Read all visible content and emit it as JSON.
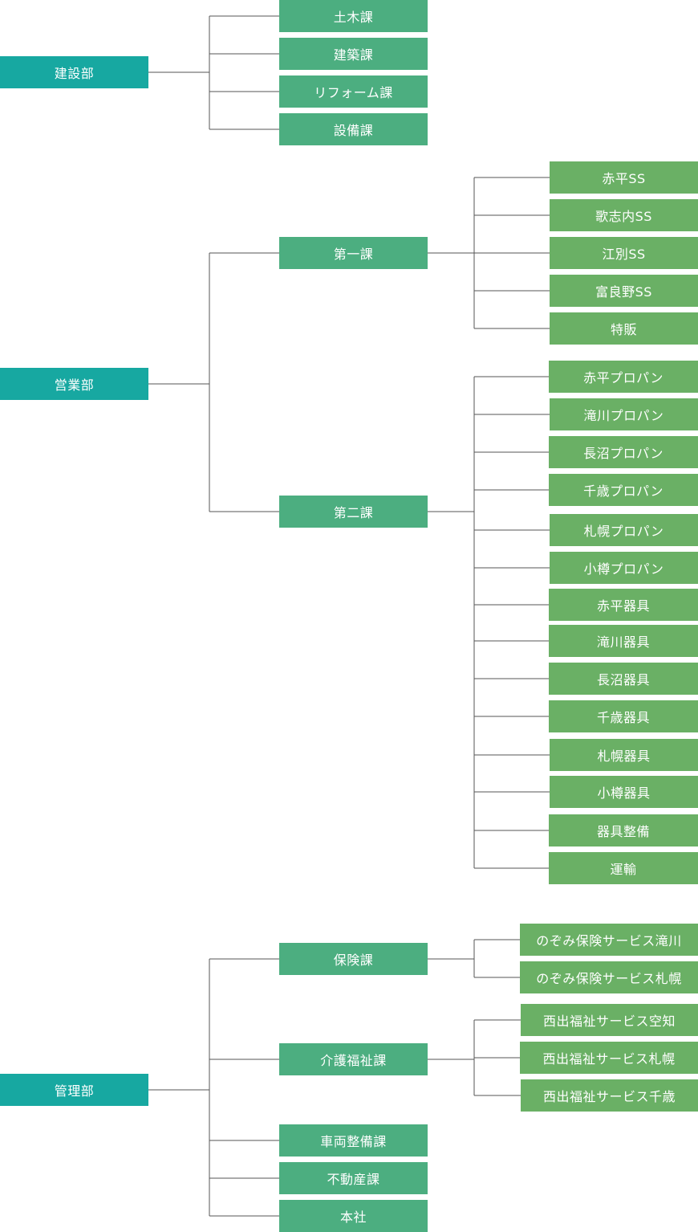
{
  "colors": {
    "department": "#17a8a1",
    "section": "#4cae80",
    "unit": "#6ab065",
    "connector": "#555555"
  },
  "departments": [
    {
      "name": "建設部",
      "sections": [
        {
          "name": "土木課"
        },
        {
          "name": "建築課"
        },
        {
          "name": "リフォーム課"
        },
        {
          "name": "設備課"
        }
      ]
    },
    {
      "name": "営業部",
      "sections": [
        {
          "name": "第一課",
          "units": [
            "赤平SS",
            "歌志内SS",
            "江別SS",
            "富良野SS",
            "特販"
          ]
        },
        {
          "name": "第二課",
          "units": [
            "赤平プロパン",
            "滝川プロパン",
            "長沼プロパン",
            "千歳プロパン",
            "札幌プロパン",
            "小樽プロパン",
            "赤平器具",
            "滝川器具",
            "長沼器具",
            "千歳器具",
            "札幌器具",
            "小樽器具",
            "器具整備",
            "運輸"
          ]
        }
      ]
    },
    {
      "name": "管理部",
      "sections": [
        {
          "name": "保険課",
          "units": [
            "のぞみ保険サービス滝川",
            "のぞみ保険サービス札幌"
          ]
        },
        {
          "name": "介護福祉課",
          "units": [
            "西出福祉サービス空知",
            "西出福祉サービス札幌",
            "西出福祉サービス千歳"
          ]
        },
        {
          "name": "車両整備課"
        },
        {
          "name": "不動産課"
        },
        {
          "name": "本社"
        }
      ]
    }
  ]
}
